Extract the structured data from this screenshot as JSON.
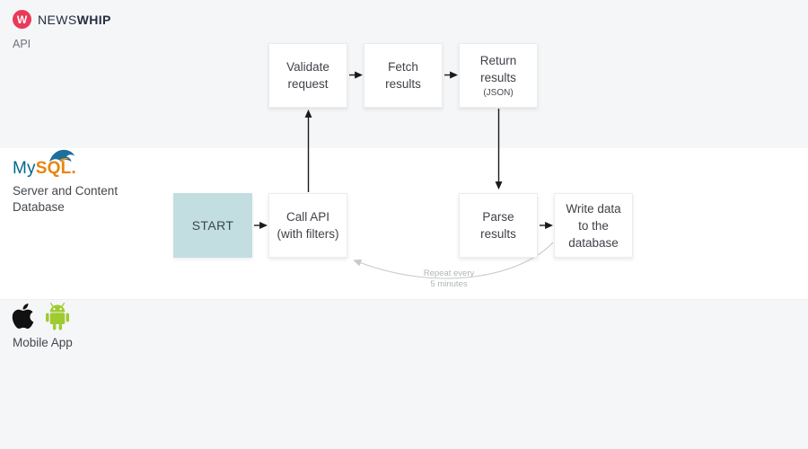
{
  "colors": {
    "band_gray": "#f5f6f8",
    "band_white": "#ffffff",
    "box_border": "#ececec",
    "box_text": "#3f4247",
    "start_fill": "#c3dee1",
    "arrow_black": "#1a1a1a",
    "arrow_gray": "#c9c9c9",
    "loop_text": "#b1b4b7",
    "newswhip_red": "#e93a58",
    "newswhip_navy": "#272d41",
    "mysql_blue": "#00678c",
    "mysql_orange": "#e8850c",
    "android_green": "#9ecb2f",
    "apple_black": "#111111"
  },
  "logos": {
    "newswhip": {
      "badge": "W",
      "name_regular": "NEWS",
      "name_bold": "WHIP"
    },
    "mysql": {
      "my": "My",
      "sql": "SQL",
      "dot": "."
    }
  },
  "icons": {
    "newswhip_badge": "w-letter-in-red-circle",
    "mysql_dolphin": "dolphin-swoosh",
    "apple": "apple-logo",
    "android": "android-robot"
  },
  "sections": {
    "api": {
      "label": "API"
    },
    "database": {
      "line1": "Server and Content",
      "line2": "Database"
    },
    "mobile": {
      "label": "Mobile App"
    }
  },
  "flowchart": {
    "nodes": [
      {
        "id": "start",
        "lines": [
          "START"
        ]
      },
      {
        "id": "call-api",
        "lines": [
          "Call API",
          "(with filters)"
        ]
      },
      {
        "id": "validate-request",
        "lines": [
          "Validate",
          "request"
        ]
      },
      {
        "id": "fetch-results",
        "lines": [
          "Fetch",
          "results"
        ]
      },
      {
        "id": "return-results",
        "lines": [
          "Return",
          "results"
        ],
        "sublabel": "(JSON)"
      },
      {
        "id": "parse-results",
        "lines": [
          "Parse",
          "results"
        ]
      },
      {
        "id": "write-data",
        "lines": [
          "Write data",
          "to the",
          "database"
        ]
      }
    ],
    "loop": {
      "line1": "Repeat every",
      "line2": "5 minutes"
    }
  }
}
